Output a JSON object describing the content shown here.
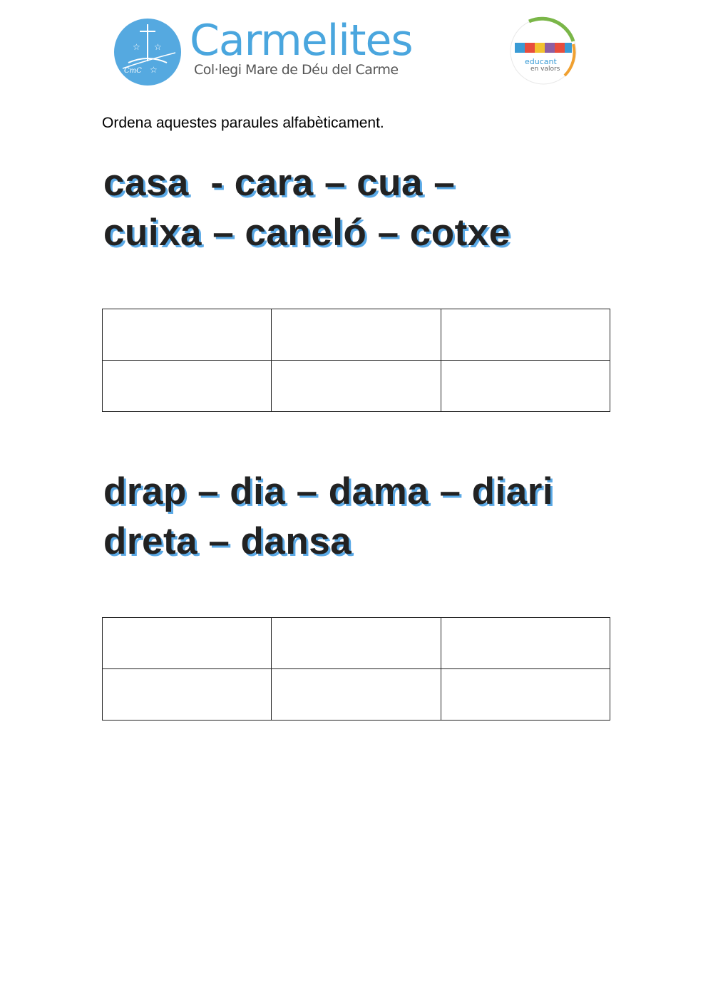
{
  "header": {
    "brand_name": "Carmelites",
    "brand_subtitle": "Col·legi Mare de Déu del Carme",
    "logo_monogram": "CmC",
    "badge_caption_1": "educant",
    "badge_caption_2": "en valors"
  },
  "instruction": "Ordena aquestes paraules alfabèticament.",
  "exercises": [
    {
      "line1": "casa  - cara – cua –",
      "line2": "cuixa – caneló – cotxe",
      "cells": [
        "",
        "",
        "",
        "",
        "",
        ""
      ]
    },
    {
      "line1": "drap – dia – dama – diari",
      "line2": "dreta – dansa",
      "cells": [
        "",
        "",
        "",
        "",
        "",
        ""
      ]
    }
  ],
  "colors": {
    "brand_blue": "#4aa6de",
    "word_shadow": "#5aa9e6",
    "word_text": "#222222"
  }
}
